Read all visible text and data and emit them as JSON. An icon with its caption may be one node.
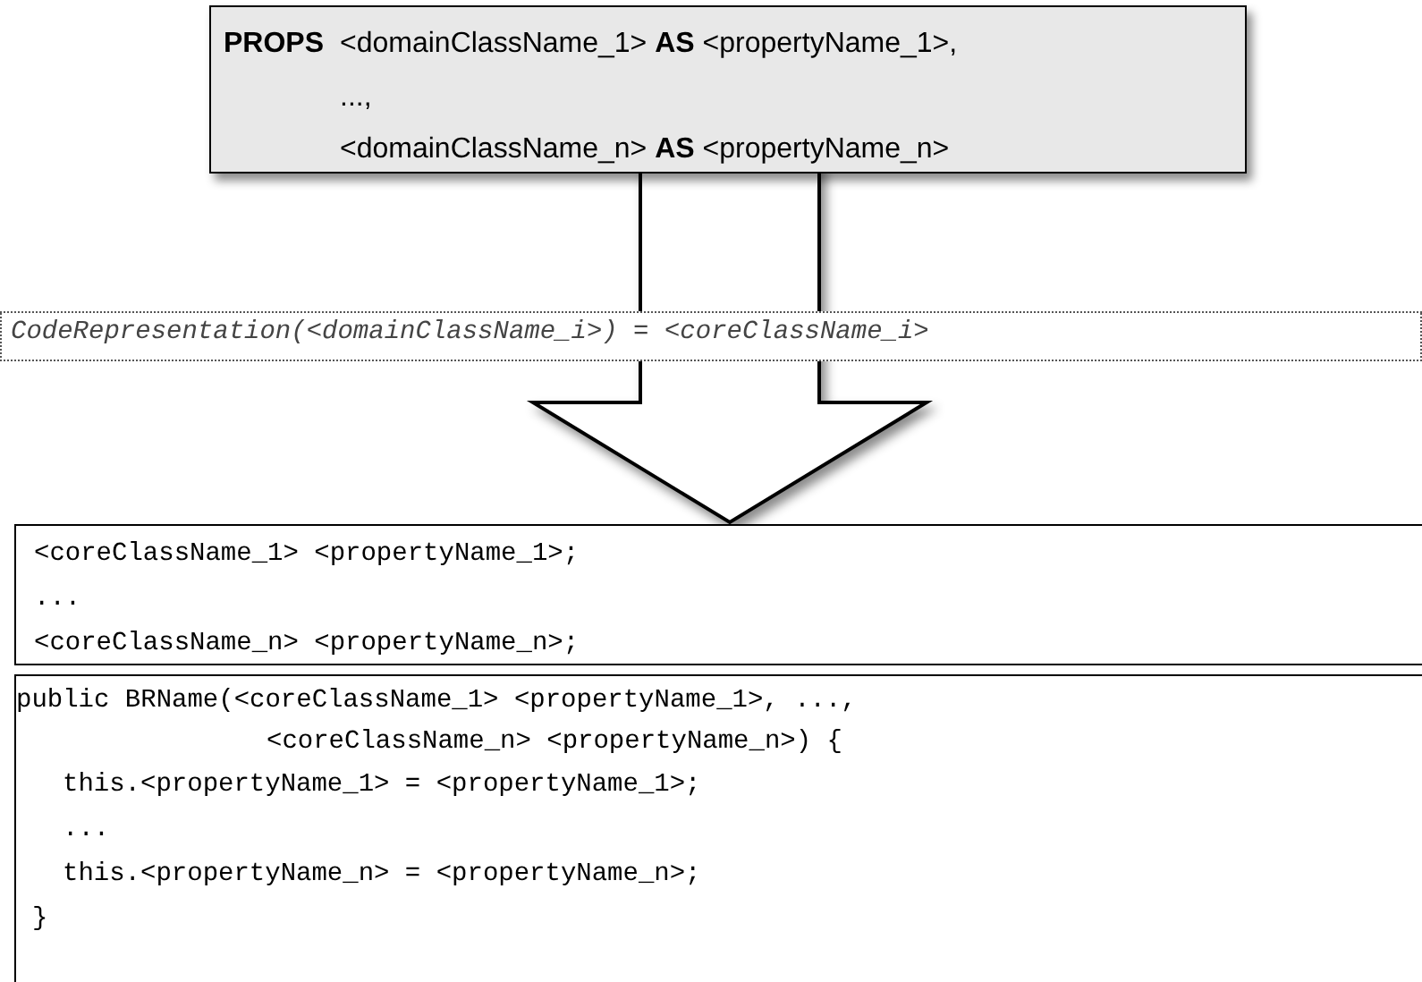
{
  "diagram": {
    "nodes": [
      {
        "text": [
          "PROPS",
          "<domainClassName_1> **AS** <propertyName_1>,",
          "...,",
          "<domainClassName_n> **AS** <propertyName_n>"
        ]
      },
      {
        "text": [
          "<coreClassName_1> <propertyName_1>;",
          "...",
          "<coreClassName_n> <propertyName_n>;"
        ]
      },
      {
        "text": [
          "public BRName(<coreClassName_1> <propertyName_1>, ...,",
          "<coreClassName_n> <propertyName_n>) {",
          "this.<propertyName_1> = <propertyName_1>;",
          "...",
          "this.<propertyName_n> = <propertyName_n>;",
          "}"
        ]
      }
    ],
    "edges": [
      {
        "from": 0,
        "to": 1,
        "arrow": "to",
        "style": "thick",
        "label": "CodeRepresentation(<domainClassName_i>) = <coreClassName_i>"
      }
    ]
  }
}
